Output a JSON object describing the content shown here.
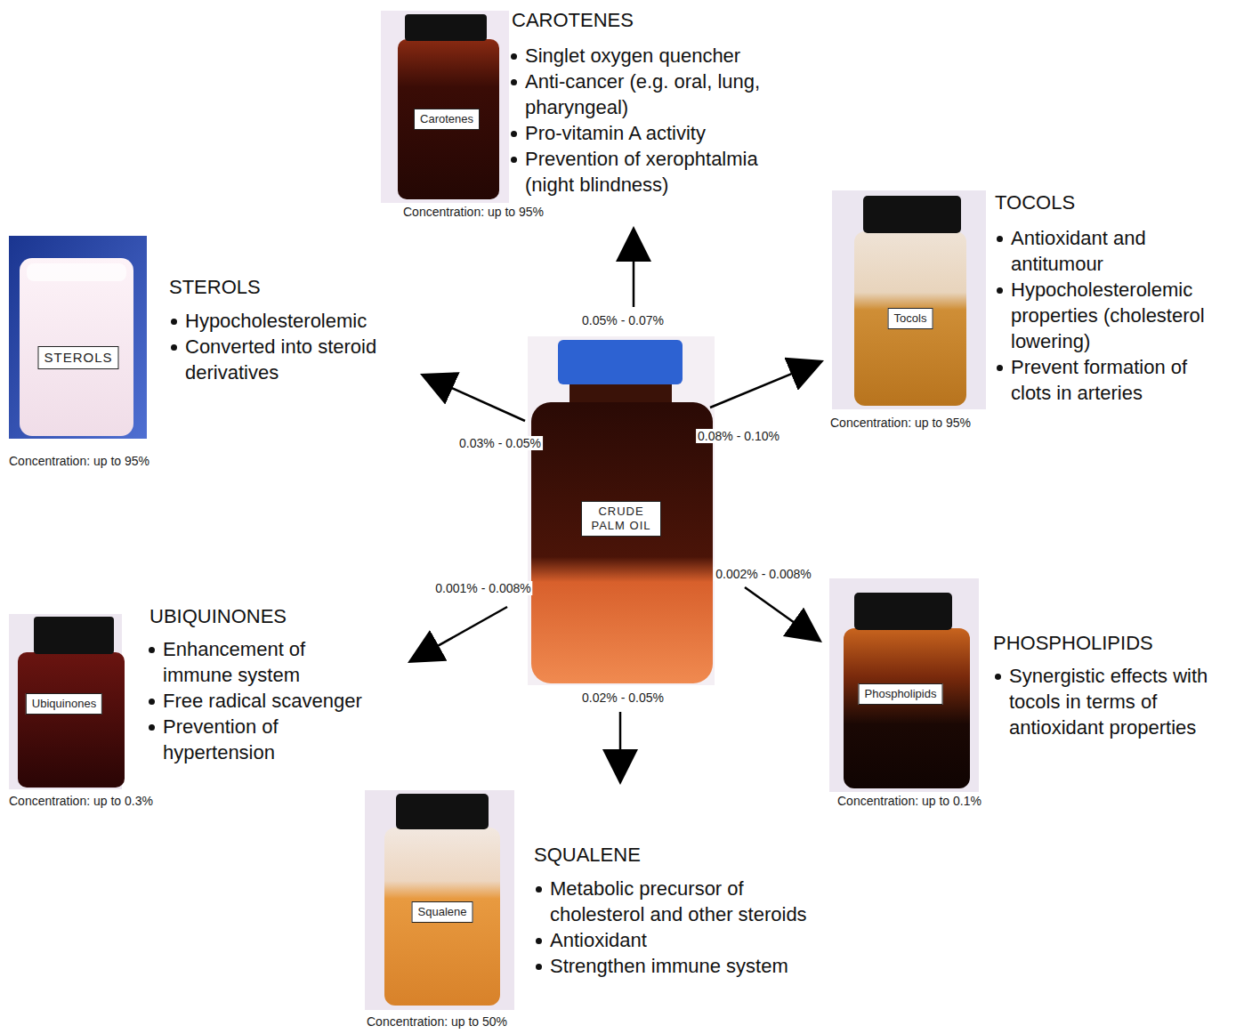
{
  "diagram": {
    "nodes": [
      {
        "text": [
          "CRUDE PALM OIL"
        ]
      },
      {
        "text": [
          "CAROTENES",
          "Singlet oxygen quencher",
          "Anti-cancer (e.g. oral, lung, pharyngeal)",
          "Pro-vitamin A activity",
          "Prevention of xerophtalmia (night blindness)",
          "Carotenes",
          "Concentration: up to 95%"
        ]
      },
      {
        "text": [
          "TOCOLS",
          "Antioxidant and antitumour",
          "Hypocholesterolemic properties (cholesterol lowering)",
          "Prevent formation of clots in arteries",
          "Tocols",
          "Concentration: up to 95%"
        ]
      },
      {
        "text": [
          "PHOSPHOLIPIDS",
          "Synergistic effects with tocols in terms of antioxidant properties",
          "Phospholipids",
          "Concentration: up to 0.1%"
        ]
      },
      {
        "text": [
          "SQUALENE",
          "Metabolic precursor of cholesterol and other steroids",
          "Antioxidant",
          "Strengthen immune system",
          "Squalene",
          "Concentration: up to 50%"
        ]
      },
      {
        "text": [
          "UBIQUINONES",
          "Enhancement of immune system",
          "Free radical scavenger",
          "Prevention of hypertension",
          "Ubiquinones",
          "Concentration: up to 0.3%"
        ]
      },
      {
        "text": [
          "STEROLS",
          "Hypocholesterolemic",
          "Converted into steroid derivatives",
          "STEROLS",
          "Concentration: up to 95%"
        ]
      }
    ],
    "edges": [
      {
        "from": 0,
        "to": 1,
        "label": "0.05% - 0.07%",
        "arrow": "to"
      },
      {
        "from": 0,
        "to": 2,
        "label": "0.08% - 0.10%",
        "arrow": "to"
      },
      {
        "from": 0,
        "to": 3,
        "label": "0.002% - 0.008%",
        "arrow": "to"
      },
      {
        "from": 0,
        "to": 4,
        "label": "0.02% - 0.05%",
        "arrow": "to"
      },
      {
        "from": 0,
        "to": 5,
        "label": "0.001% - 0.008%",
        "arrow": "to"
      },
      {
        "from": 0,
        "to": 6,
        "label": "0.03% - 0.05%",
        "arrow": "to"
      }
    ]
  }
}
